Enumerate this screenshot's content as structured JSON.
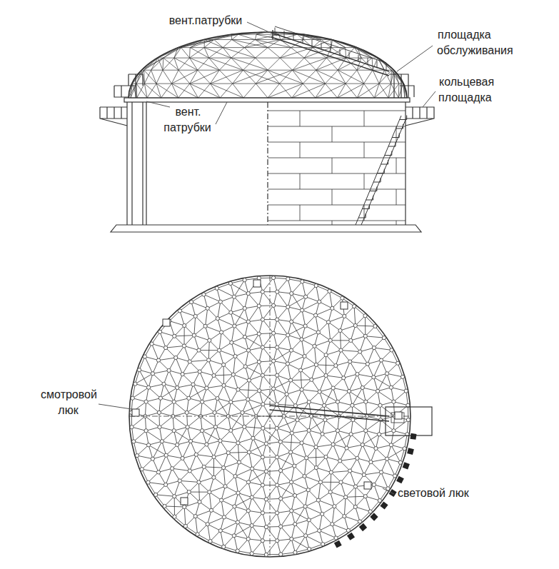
{
  "diagram": {
    "labels": [
      "вент.патрубки",
      "площадка обслуживания",
      "кольцевая площадка",
      "вент. патрубки",
      "смотровой люк",
      "световой люк"
    ]
  }
}
